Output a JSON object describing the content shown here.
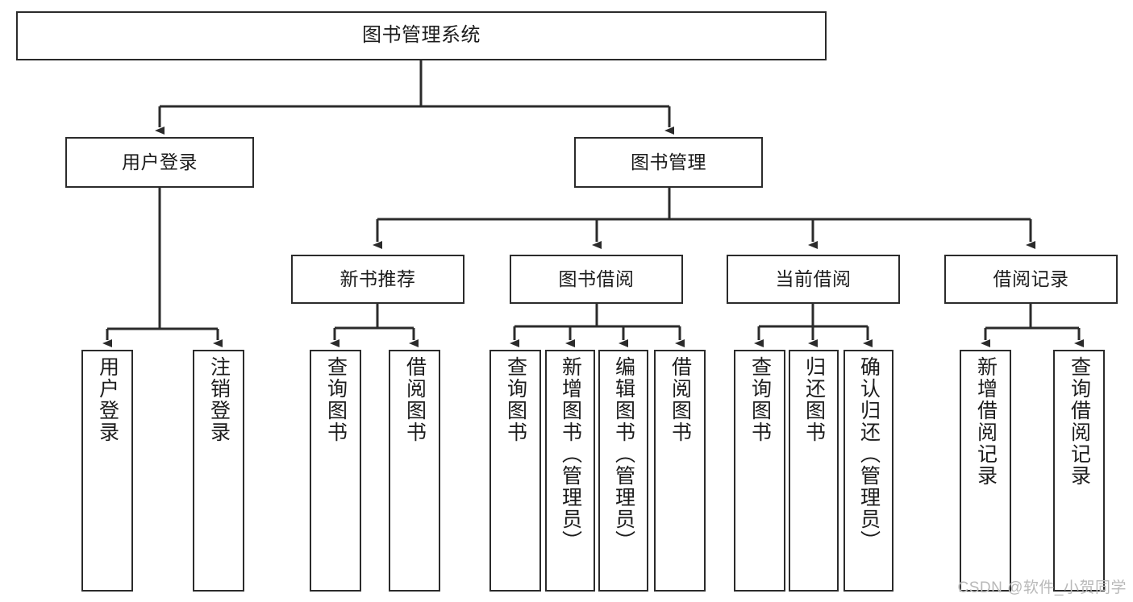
{
  "diagram": {
    "title": "图书管理系统",
    "type": "hierarchy-tree",
    "root": {
      "id": "root",
      "label": "图书管理系统"
    },
    "level2": [
      {
        "id": "user-login",
        "label": "用户登录"
      },
      {
        "id": "book-management",
        "label": "图书管理"
      }
    ],
    "level3": [
      {
        "id": "new-book-recommend",
        "label": "新书推荐"
      },
      {
        "id": "book-borrow",
        "label": "图书借阅"
      },
      {
        "id": "current-borrow",
        "label": "当前借阅"
      },
      {
        "id": "borrow-record",
        "label": "借阅记录"
      }
    ],
    "leaves": [
      {
        "id": "leaf-user-login",
        "label": "用户登录",
        "parent": "user-login"
      },
      {
        "id": "leaf-logout-login",
        "label": "注销登录",
        "parent": "user-login"
      },
      {
        "id": "leaf-query-book-1",
        "label": "查询图书",
        "parent": "new-book-recommend"
      },
      {
        "id": "leaf-borrow-book-1",
        "label": "借阅图书",
        "parent": "new-book-recommend"
      },
      {
        "id": "leaf-query-book-2",
        "label": "查询图书",
        "parent": "book-borrow"
      },
      {
        "id": "leaf-add-book",
        "label": "新增图书（管理员）",
        "parent": "book-borrow"
      },
      {
        "id": "leaf-edit-book",
        "label": "编辑图书（管理员）",
        "parent": "book-borrow"
      },
      {
        "id": "leaf-borrow-book-2",
        "label": "借阅图书",
        "parent": "book-borrow"
      },
      {
        "id": "leaf-query-book-3",
        "label": "查询图书",
        "parent": "current-borrow"
      },
      {
        "id": "leaf-return-book",
        "label": "归还图书",
        "parent": "current-borrow"
      },
      {
        "id": "leaf-confirm-return",
        "label": "确认归还（管理员）",
        "parent": "current-borrow"
      },
      {
        "id": "leaf-add-record",
        "label": "新增借阅记录",
        "parent": "borrow-record"
      },
      {
        "id": "leaf-query-record",
        "label": "查询借阅记录",
        "parent": "borrow-record"
      }
    ]
  },
  "watermark": {
    "text": "CSDN @软件_小贺同学"
  },
  "colors": {
    "stroke": "#2b2b2b",
    "fill": "#ffffff",
    "text": "#1c1c1c",
    "watermark": "#b9b9b9"
  }
}
